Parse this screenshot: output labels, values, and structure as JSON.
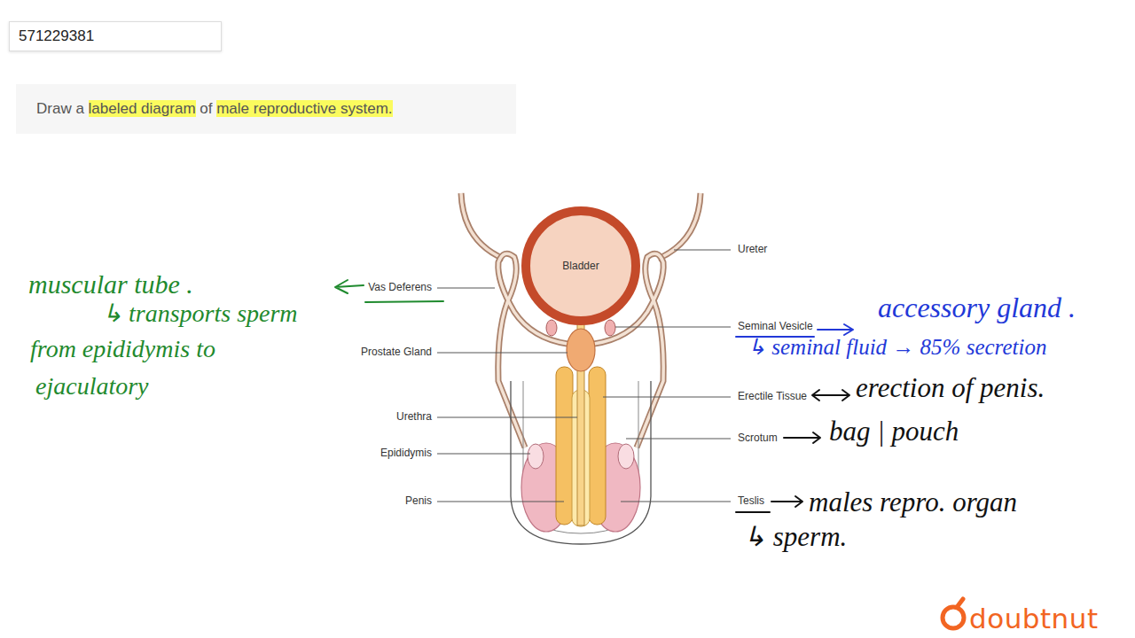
{
  "diagram": {
    "nodes": [
      {
        "text": [
          "571229381"
        ]
      },
      {
        "text": [
          "Draw a labeled diagram of male reproductive system."
        ]
      },
      {
        "text": [
          "Bladder"
        ]
      }
    ],
    "labels": [
      "Vas Deferens",
      "Prostate Gland",
      "Urethra",
      "Epididymis",
      "Penis",
      "Ureter",
      "Seminal Vesicle",
      "Erectile Tissue",
      "Scrotum",
      "Teslis",
      "muscular tube .",
      "↳ transports sperm",
      "from epididymis to",
      "ejaculatory",
      "accessory gland .",
      "↳ seminal fluid → 85% secretion",
      "erection of penis.",
      "bag | pouch",
      "males repro. organ",
      "↳ sperm.",
      "doubtnut"
    ]
  }
}
